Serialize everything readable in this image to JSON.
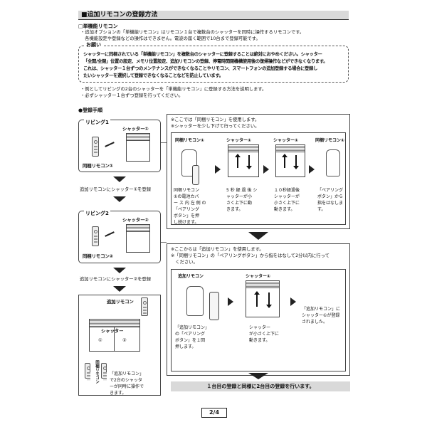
{
  "header": {
    "title": "■追加リモコンの登録方法"
  },
  "single": {
    "title": "□単機能リモコン",
    "bullets": [
      "・追加オプションの「単機能リモコン」はリモコン１台で複数台のシャッターを同時に操作するリモコンです。",
      "　各機能設定や登録などの操作はできません。電波の届く範囲で10台まで登録可能です。"
    ]
  },
  "notice": {
    "title": "お願い",
    "lines": [
      "シャッターに同梱されている「単機能リモコン」を複数台のシャッターに登録することは絶対におやめください。シャッター",
      "「全開/全閉」位置の設定、メモリ位置設定、追加リモコンの登録、停電時開閉機構使用後の復帰操作などができなくなります。",
      "これは、シャッター１台ずつのメンテナンスができなくなることやリモコン、スマートフォンの追加登録する場合に登録し",
      "たいシャッターを選択して登録できなくなることなどを防止しています。"
    ]
  },
  "notes": [
    "・例としてリビングの2台のシャッターを「単機能リモコン」に登録する方法を説明します。",
    "・必ずシャッター１台ずつ登録を行ってください。"
  ],
  "procedure": {
    "title": "●登録手順"
  },
  "left": {
    "room1": "リビング1",
    "shutter1": "シャッター①",
    "remote1": "同梱リモコン①",
    "step1": "追加リモコンにシャッター①を登録",
    "room2": "リビング2",
    "shutter2": "シャッター②",
    "remote2": "同梱リモコン②",
    "step2": "追加リモコンにシャッター②を登録",
    "addRemote": "追加リモコン",
    "shutterLabel": "シャッター",
    "n1": "①",
    "n2": "②",
    "remoteVertical": "同梱リモコン",
    "caption": [
      "「追加リモコン」",
      "で2台のシャッタ",
      "ーが同時に操作で",
      "きます。"
    ]
  },
  "panel1": {
    "notes": [
      "※ここでは「同梱リモコン」を使用します。",
      "※シャッターを少し下げて行ってください。"
    ],
    "r1": "同梱リモコン①",
    "s1": "シャッター①",
    "s2": "シャッター①",
    "r2": "同梱リモコン①",
    "c1": [
      "同梱リモコン",
      "①の電池カバ",
      "ー ス 内 左 側 の",
      "「ペアリング",
      "ボタン」を押",
      "し続けます。"
    ],
    "c2": [
      "5 秒 経 過 後 シ",
      "ャッターが小",
      "さく上下に動",
      "きます。"
    ],
    "c3": [
      "１０秒経過後",
      "シャッターが",
      "小さく上下に",
      "動きます。"
    ],
    "c4": [
      "「ペアリング",
      "ボタン」から",
      "指をはなしま",
      "す。"
    ]
  },
  "panel2": {
    "notes": [
      "※ここからは「追加リモコン」を使用します。",
      "※「同梱リモコン」の「ペアリングボタン」から指をはなして2分以内に行って",
      "　ください。"
    ],
    "r": "追加リモコン",
    "s": "シャッター①",
    "c1": [
      "「追加リモコン」",
      "の「ペアリング",
      "ボタン」を１回",
      "押します。"
    ],
    "c2": [
      "シャッター",
      "が小さく上下に",
      "動きます。"
    ],
    "c3": [
      "「追加リモコン」に",
      "シャッター①が登録",
      "されました。"
    ]
  },
  "final": "１台目の登録と同様に2台目の登録を行います。",
  "page": "2/4"
}
